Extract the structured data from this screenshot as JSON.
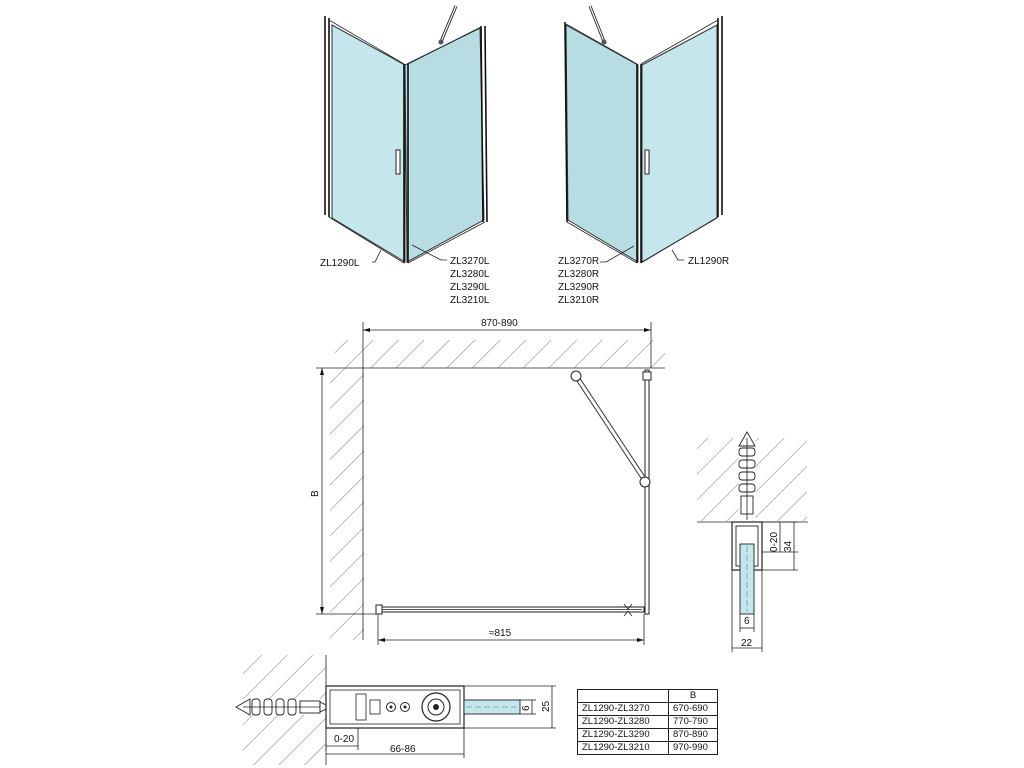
{
  "views": {
    "left_unit": {
      "door_label": "ZL1290L",
      "panel_labels": [
        "ZL3270L",
        "ZL3280L",
        "ZL3290L",
        "ZL3210L"
      ]
    },
    "right_unit": {
      "door_label": "ZL1290R",
      "panel_labels": [
        "ZL3270R",
        "ZL3280R",
        "ZL3290R",
        "ZL3210R"
      ]
    }
  },
  "plan": {
    "width_dim": "870-890",
    "depth_dim": "B",
    "door_dim": "≈815"
  },
  "detail_right": {
    "dim_adjust": "0-20",
    "dim_total": "34",
    "dim_glass": "6",
    "dim_width": "22"
  },
  "detail_bottom": {
    "dim_adjust": "0-20",
    "dim_range": "66-86",
    "dim_glass": "6",
    "dim_height": "25"
  },
  "table": {
    "header": [
      "",
      "B"
    ],
    "rows": [
      [
        "ZL1290-ZL3270",
        "670-690"
      ],
      [
        "ZL1290-ZL3280",
        "770-790"
      ],
      [
        "ZL1290-ZL3290",
        "870-890"
      ],
      [
        "ZL1290-ZL3210",
        "970-990"
      ]
    ]
  }
}
